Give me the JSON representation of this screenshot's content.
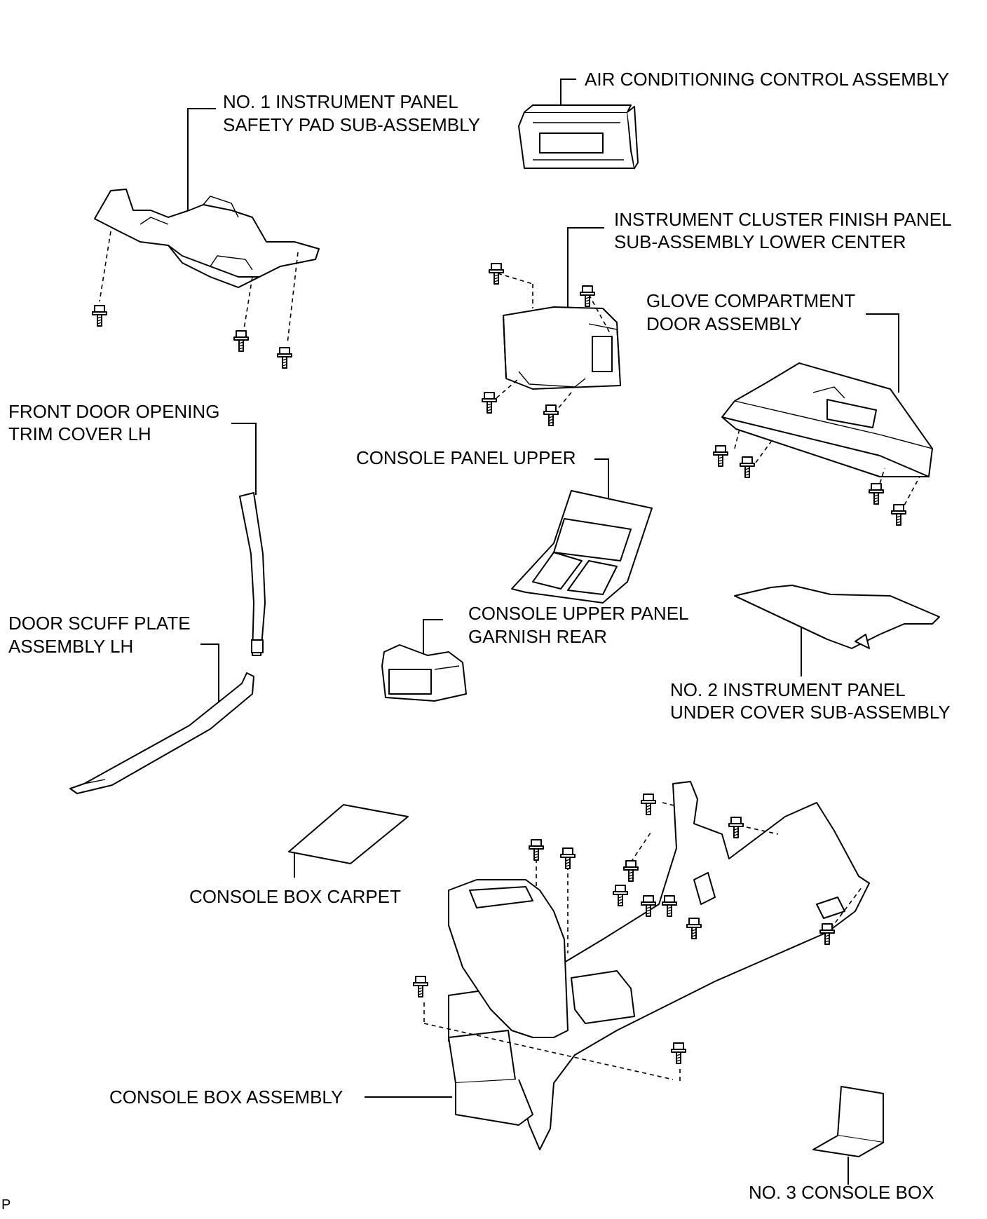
{
  "labels": {
    "air_conditioning": "AIR CONDITIONING CONTROL ASSEMBLY",
    "safety_pad_line1": "NO. 1 INSTRUMENT PANEL",
    "safety_pad_line2": "SAFETY PAD SUB-ASSEMBLY",
    "cluster_finish_line1": "INSTRUMENT CLUSTER FINISH PANEL",
    "cluster_finish_line2": "SUB-ASSEMBLY LOWER CENTER",
    "glove_line1": "GLOVE COMPARTMENT",
    "glove_line2": "DOOR ASSEMBLY",
    "front_door_line1": "FRONT DOOR OPENING",
    "front_door_line2": "TRIM COVER LH",
    "console_panel_upper": "CONSOLE PANEL UPPER",
    "console_garnish_line1": "CONSOLE UPPER PANEL",
    "console_garnish_line2": "GARNISH REAR",
    "door_scuff_line1": "DOOR SCUFF PLATE",
    "door_scuff_line2": "ASSEMBLY LH",
    "under_cover_line1": "NO. 2 INSTRUMENT PANEL",
    "under_cover_line2": "UNDER COVER SUB-ASSEMBLY",
    "console_box_carpet": "CONSOLE BOX CARPET",
    "console_box_assembly": "CONSOLE BOX ASSEMBLY",
    "no3_console_box": "NO. 3 CONSOLE BOX"
  },
  "corner_mark": "P"
}
